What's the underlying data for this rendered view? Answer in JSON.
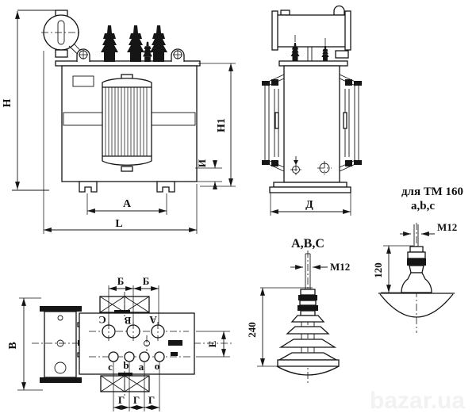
{
  "drawing": {
    "front_view": {
      "dim_height_total": "H",
      "dim_height_tank": "H1",
      "dim_i": "И",
      "dim_a": "А",
      "dim_length": "L"
    },
    "side_view": {
      "dim_depth": "Д"
    },
    "note": {
      "line1": "для ТМ 160",
      "line2": "a,b,c"
    },
    "top_view": {
      "dim_width": "В",
      "dim_b_spans": [
        "Б",
        "Б"
      ],
      "dim_e": "Е",
      "dim_g_spans": [
        "Г",
        "Г",
        "Г"
      ],
      "hv_terminals": [
        "С",
        "В",
        "А"
      ],
      "lv_terminals": [
        "c",
        "b",
        "a",
        "o"
      ]
    },
    "hv_bushing_detail": {
      "title": "А,В,С",
      "thread": "M12",
      "height": "240"
    },
    "lv_bushing_detail": {
      "thread": "M12",
      "height": "120"
    },
    "watermark": "bazar.ua",
    "colors": {
      "line": "#151515",
      "watermark": "#f2f2f2",
      "background": "#ffffff"
    }
  }
}
